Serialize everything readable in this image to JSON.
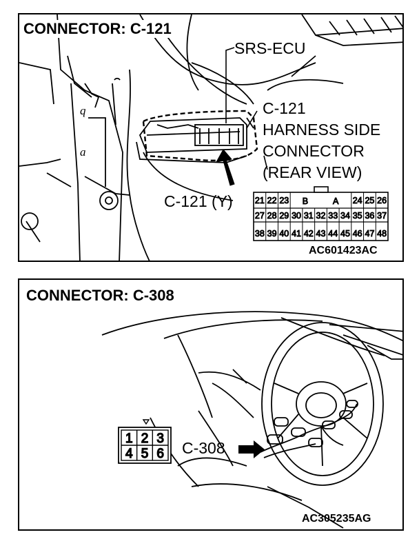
{
  "panel1": {
    "title": "CONNECTOR: C-121",
    "labels": {
      "srs_ecu": "SRS-ECU",
      "c121": "C-121",
      "harness_side": "HARNESS SIDE",
      "connector": "CONNECTOR",
      "rear_view": "(REAR VIEW)",
      "c121_y": "C-121 (Y)"
    },
    "connector_face": {
      "row1_left": [
        "21",
        "22",
        "23"
      ],
      "row1_keys": [
        "B",
        "A"
      ],
      "row1_right": [
        "24",
        "25",
        "26"
      ],
      "row2": [
        "27",
        "28",
        "29",
        "30",
        "31",
        "32",
        "33",
        "34",
        "35",
        "36",
        "37"
      ],
      "row3": [
        "38",
        "39",
        "40",
        "41",
        "42",
        "43",
        "44",
        "45",
        "46",
        "47",
        "48"
      ]
    },
    "figure_code": "AC601423AC"
  },
  "panel2": {
    "title": "CONNECTOR: C-308",
    "labels": {
      "c308": "C-308"
    },
    "connector_face": {
      "row1": [
        "1",
        "2",
        "3"
      ],
      "row2": [
        "4",
        "5",
        "6"
      ]
    },
    "figure_code": "AC305235AG"
  }
}
